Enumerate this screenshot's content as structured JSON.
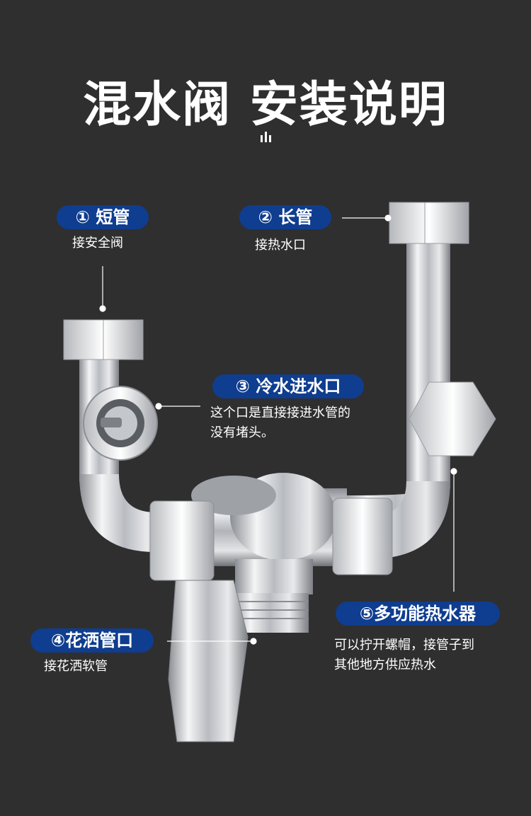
{
  "title": "混水阀 安装说明",
  "labels": [
    {
      "tag": "① 短管",
      "desc": [
        "接安全阀"
      ]
    },
    {
      "tag": "② 长管",
      "desc": [
        "接热水口"
      ]
    },
    {
      "tag": "③ 冷水进水口",
      "desc": [
        "这个口是直接接进水管的",
        "没有堵头。"
      ]
    },
    {
      "tag": "④花洒管口",
      "desc": [
        "接花洒软管"
      ]
    },
    {
      "tag": "⑤多功能热水器",
      "desc": [
        "可以拧开螺帽，接管子到",
        "其他地方供应热水"
      ]
    }
  ],
  "colors": {
    "background": "#2f2f30",
    "pill": "#0f3d8f",
    "text": "#ffffff",
    "chrome": "#c9ccd0"
  }
}
